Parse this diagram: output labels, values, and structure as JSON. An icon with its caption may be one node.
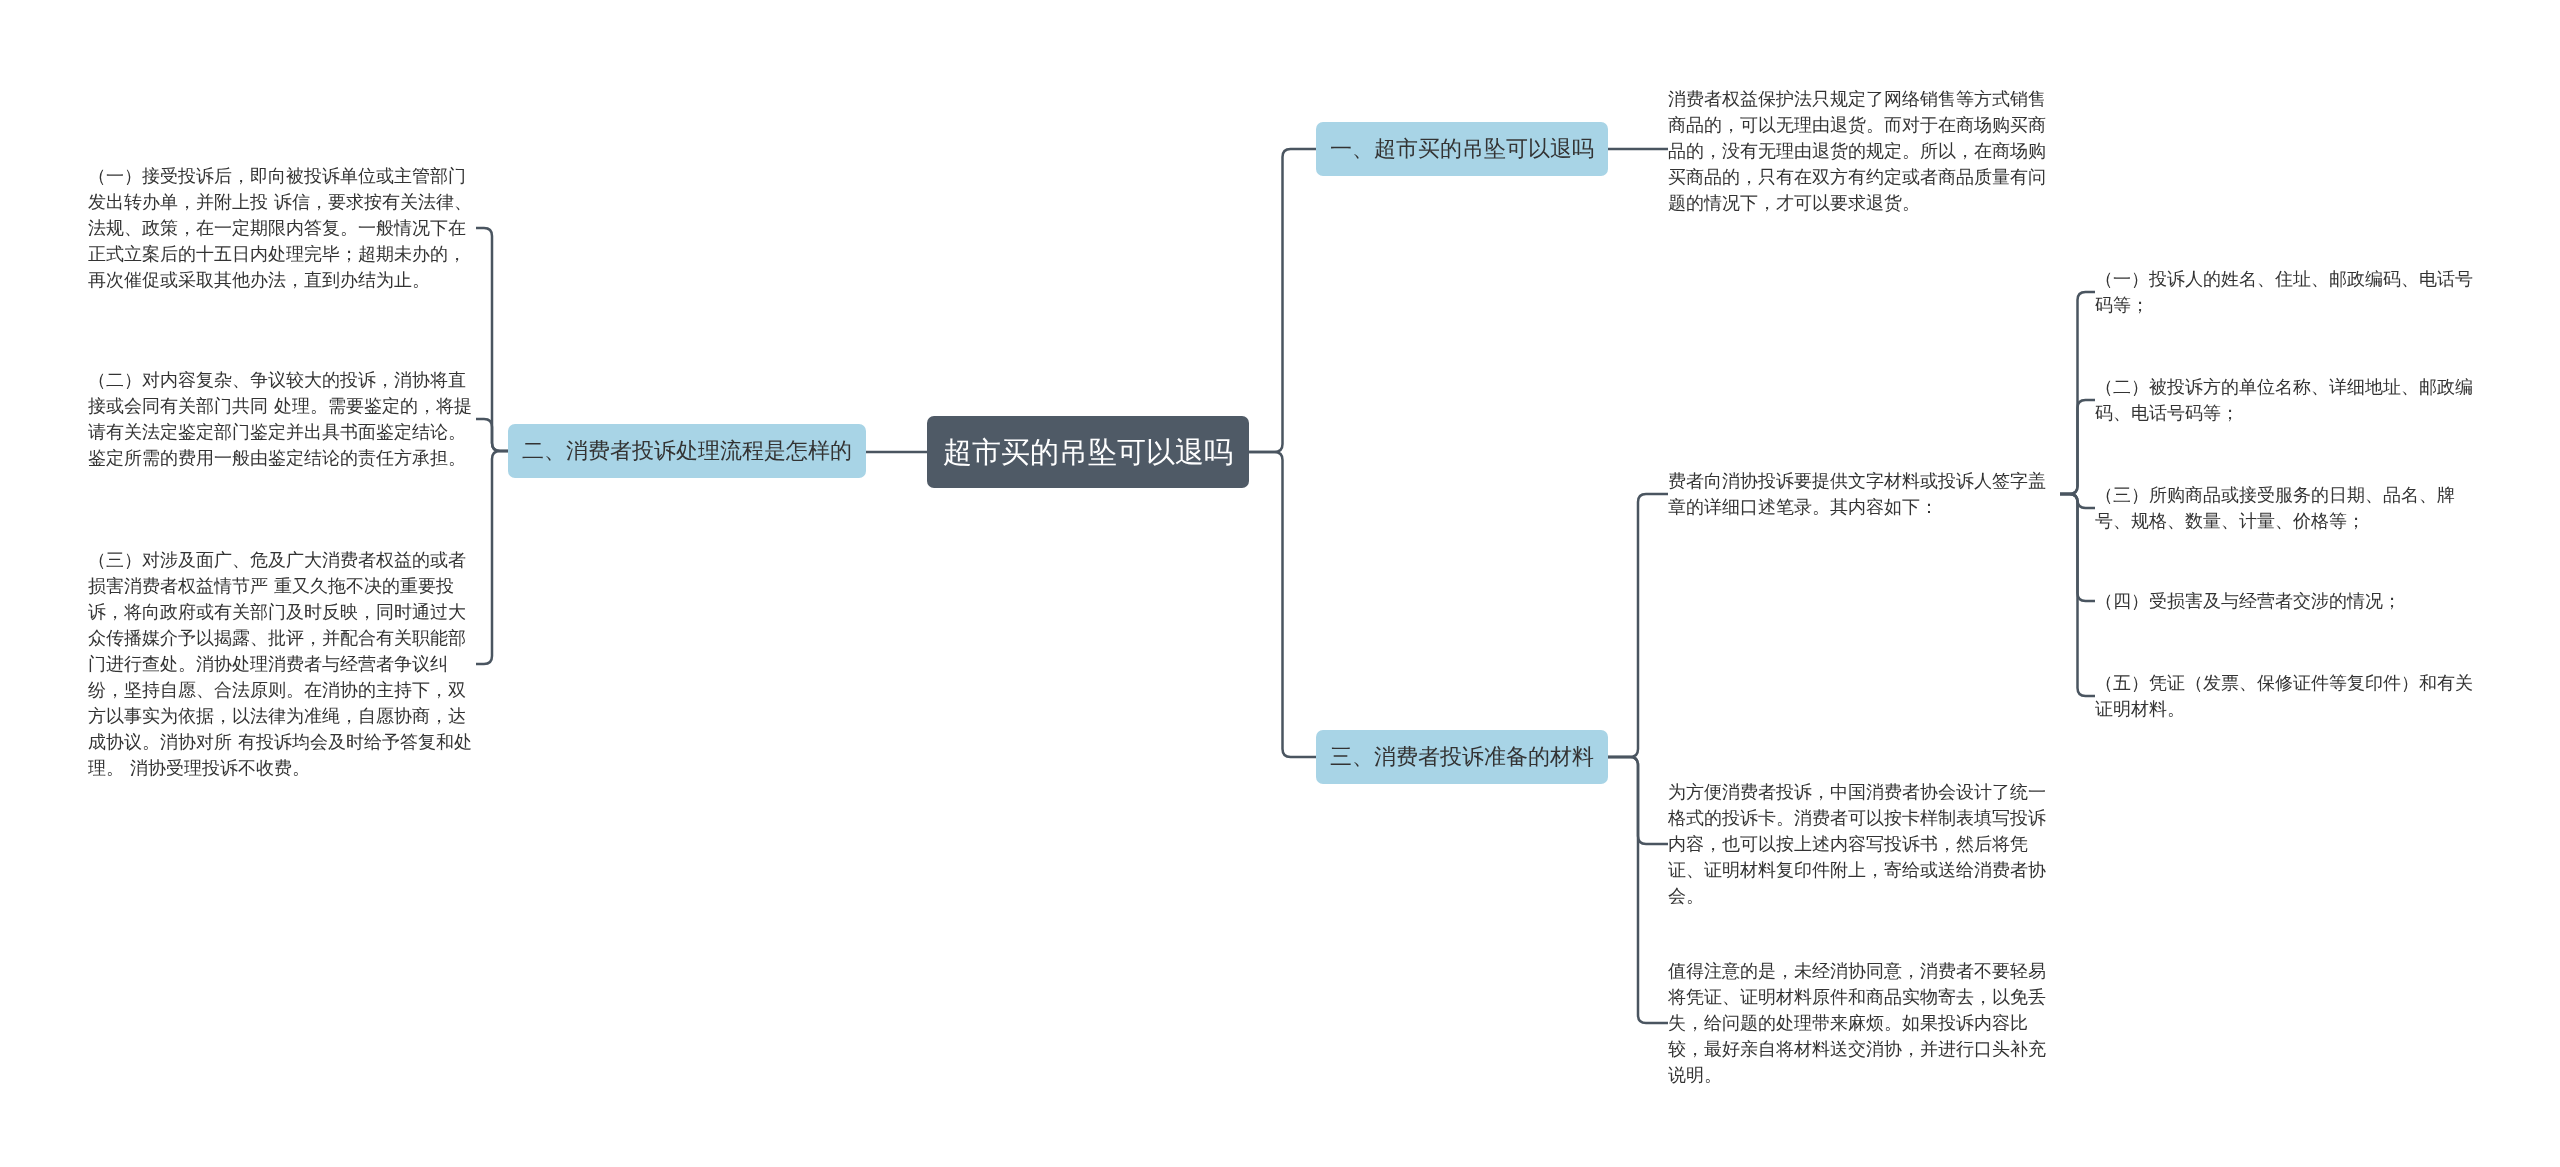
{
  "diagram": {
    "nodes": [
      {
        "text": [
          "超市买的吊坠可以退吗"
        ]
      },
      {
        "text": [
          "一、超市买的吊坠可以退吗"
        ]
      },
      {
        "text": [
          "消费者权益保护法只规定了网络销售等方式销售商品的，可以无理由退货。而对于在商场购买商品的，没有无理由退货的规定。所以，在商场购买商品的，只有在双方有约定或者商品质量有问题的情况下，才可以要求退货。"
        ]
      },
      {
        "text": [
          "二、消费者投诉处理流程是怎样的"
        ]
      },
      {
        "text": [
          "（一）接受投诉后，即向被投诉单位或主管部门发出转办单，并附上投 诉信，要求按有关法律、法规、政策，在一定期限内答复。一般情况下在正式立案后的十五日内处理完毕；超期未办的，再次催促或采取其他办法，直到办结为止。"
        ]
      },
      {
        "text": [
          "（二）对内容复杂、争议较大的投诉，消协将直接或会同有关部门共同 处理。需要鉴定的，将提请有关法定鉴定部门鉴定并出具书面鉴定结论。鉴定所需的费用一般由鉴定结论的责任方承担。"
        ]
      },
      {
        "text": [
          "（三）对涉及面广、危及广大消费者权益的或者损害消费者权益情节严 重又久拖不决的重要投诉，将向政府或有关部门及时反映，同时通过大众传播媒介予以揭露、批评，并配合有关职能部门进行查处。消协处理消费者与经营者争议纠纷，坚持自愿、合法原则。在消协的主持下，双方以事实为依据，以法律为准绳，自愿协商，达成协议。消协对所 有投诉均会及时给予答复和处理。 消协受理投诉不收费。"
        ]
      },
      {
        "text": [
          "三、消费者投诉准备的材料"
        ]
      },
      {
        "text": [
          "费者向消协投诉要提供文字材料或投诉人签字盖章的详细口述笔录。其内容如下："
        ]
      },
      {
        "text": [
          "（一）投诉人的姓名、住址、邮政编码、电话号码等；"
        ]
      },
      {
        "text": [
          "（二）被投诉方的单位名称、详细地址、邮政编码、电话号码等；"
        ]
      },
      {
        "text": [
          "（三）所购商品或接受服务的日期、品名、牌号、规格、数量、计量、价格等；"
        ]
      },
      {
        "text": [
          "（四）受损害及与经营者交涉的情况；"
        ]
      },
      {
        "text": [
          "（五）凭证（发票、保修证件等复印件）和有关证明材料。"
        ]
      },
      {
        "text": [
          "为方便消费者投诉，中国消费者协会设计了统一格式的投诉卡。消费者可以按卡样制表填写投诉内容，也可以按上述内容写投诉书，然后将凭证、证明材料复印件附上，寄给或送给消费者协会。"
        ]
      },
      {
        "text": [
          "值得注意的是，未经消协同意，消费者不要轻易将凭证、证明材料原件和商品实物寄去，以免丢失，给问题的处理带来麻烦。如果投诉内容比较，最好亲自将材料送交消协，并进行口头补充说明。"
        ]
      }
    ],
    "edges": [
      {
        "from": 0,
        "to": 1,
        "arrow": "none"
      },
      {
        "from": 0,
        "to": 3,
        "arrow": "none"
      },
      {
        "from": 0,
        "to": 7,
        "arrow": "none"
      },
      {
        "from": 1,
        "to": 2,
        "arrow": "none"
      },
      {
        "from": 3,
        "to": 4,
        "arrow": "none"
      },
      {
        "from": 3,
        "to": 5,
        "arrow": "none"
      },
      {
        "from": 3,
        "to": 6,
        "arrow": "none"
      },
      {
        "from": 7,
        "to": 8,
        "arrow": "none"
      },
      {
        "from": 7,
        "to": 14,
        "arrow": "none"
      },
      {
        "from": 7,
        "to": 15,
        "arrow": "none"
      },
      {
        "from": 8,
        "to": 9,
        "arrow": "none"
      },
      {
        "from": 8,
        "to": 10,
        "arrow": "none"
      },
      {
        "from": 8,
        "to": 11,
        "arrow": "none"
      },
      {
        "from": 8,
        "to": 12,
        "arrow": "none"
      },
      {
        "from": 8,
        "to": 13,
        "arrow": "none"
      }
    ]
  }
}
